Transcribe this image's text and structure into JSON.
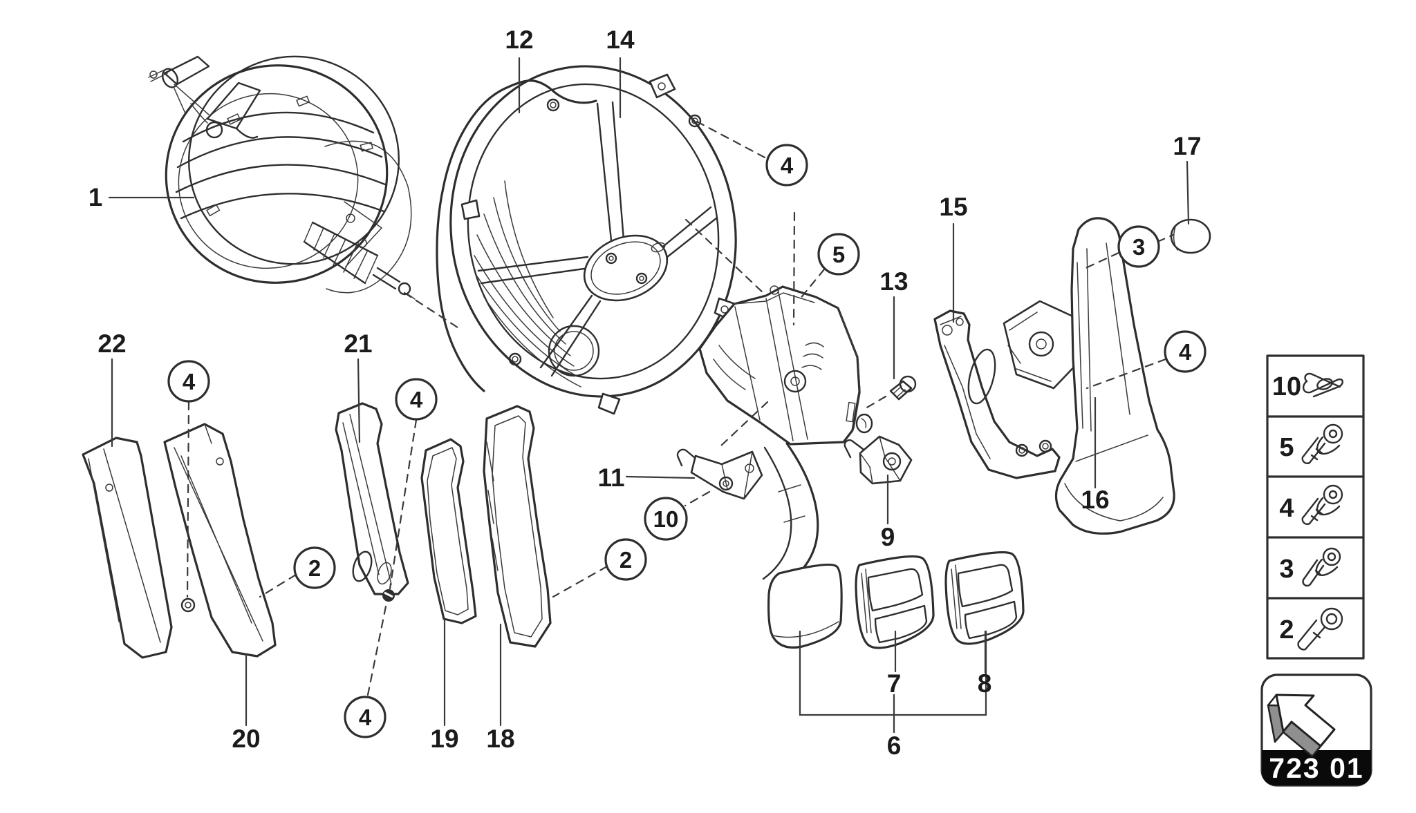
{
  "diagram": {
    "type": "exploded-parts-diagram",
    "subject": "pedal-assembly-with-brake-servo"
  },
  "labels": {
    "p1": "1",
    "p12": "12",
    "p14": "14",
    "p13": "13",
    "p15": "15",
    "p17": "17",
    "p22": "22",
    "p21": "21",
    "p11": "11",
    "p9": "9",
    "p16": "16",
    "p20": "20",
    "p19": "19",
    "p18": "18",
    "p7": "7",
    "p8": "8",
    "p6": "6"
  },
  "circled": {
    "c4a": "4",
    "c5a": "5",
    "c3a": "3",
    "c4b": "4",
    "c4c": "4",
    "c4d": "4",
    "c4e": "4",
    "c2a": "2",
    "c2b": "2",
    "c10a": "10"
  },
  "legend": {
    "rows": [
      {
        "number": "10",
        "icon": "retaining-clip-icon"
      },
      {
        "number": "5",
        "icon": "flange-screw-icon"
      },
      {
        "number": "4",
        "icon": "flange-screw-icon"
      },
      {
        "number": "3",
        "icon": "flange-screw-icon"
      },
      {
        "number": "2",
        "icon": "socket-head-bolt-icon"
      }
    ]
  },
  "footer": {
    "code": "723 01",
    "icon": "direction-arrow-icon"
  },
  "colors": {
    "line": "#2e2e2e",
    "label_text": "#1b1b1b",
    "footer_bar": "#0a0a0a",
    "footer_text": "#ffffff",
    "arrow_shadow": "#8f8f8f"
  }
}
